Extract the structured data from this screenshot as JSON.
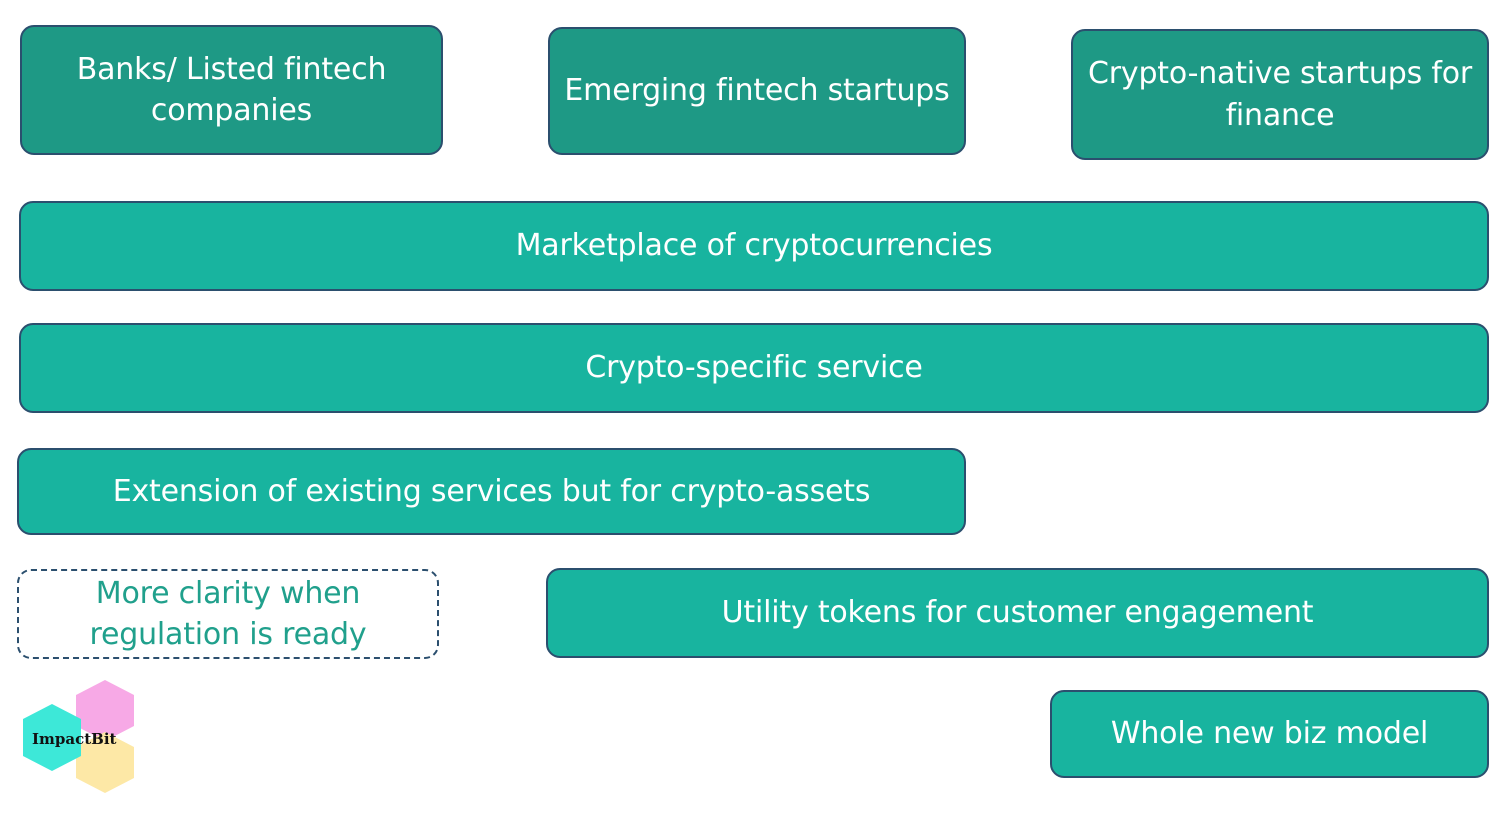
{
  "header_boxes": [
    {
      "text": "Banks/ Listed fintech companies",
      "lines": [
        "Banks/ Listed fintech",
        "companies"
      ]
    },
    {
      "text": "Emerging fintech startups"
    },
    {
      "text": "Crypto-native startups for finance",
      "lines": [
        "Crypto-native startups for",
        "finance"
      ]
    }
  ],
  "bars": [
    {
      "text": "Marketplace of cryptocurrencies"
    },
    {
      "text": "Crypto-specific service"
    },
    {
      "text": "Extension of existing services but for crypto-assets"
    },
    {
      "text": "Utility tokens  for customer engagement"
    },
    {
      "text": "Whole new biz model"
    }
  ],
  "pending_box": {
    "lines": [
      "More clarity when",
      "regulation is ready"
    ]
  },
  "logo": {
    "text": "ImpactBit",
    "colors": {
      "cyan": "#3de8d8",
      "pink": "#f7a9e6",
      "yellow": "#fde8a6"
    }
  },
  "colors": {
    "header_fill": "#1e9985",
    "bar_fill": "#18b49f",
    "border": "#2b4f6e",
    "pending_text": "#20a08c"
  }
}
